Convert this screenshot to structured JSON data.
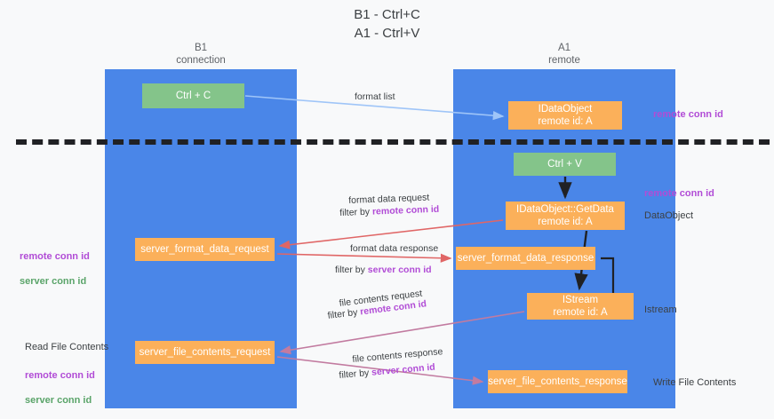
{
  "title": "B1 - Ctrl+C\nA1 - Ctrl+V",
  "lanes": {
    "left": {
      "name": "B1",
      "role": "connection",
      "header": "B1\nconnection"
    },
    "right": {
      "name": "A1",
      "role": "remote",
      "header": "A1\nremote"
    }
  },
  "nodes": {
    "ctrl_c": {
      "label": "Ctrl + C",
      "color": "#84c48a"
    },
    "idataobject": {
      "label": "IDataObject\nremote id: A",
      "color": "#fbb05a"
    },
    "ctrl_v": {
      "label": "Ctrl + V",
      "color": "#84c48a"
    },
    "getdata": {
      "label": "IDataObject::GetData\nremote id: A",
      "color": "#fbb05a"
    },
    "server_format_data_request": {
      "label": "server_format_data_request",
      "color": "#fbb05a"
    },
    "server_format_data_response": {
      "label": "server_format_data_response",
      "color": "#fbb05a"
    },
    "istream": {
      "label": "IStream\nremote id: A",
      "color": "#fbb05a"
    },
    "server_file_contents_request": {
      "label": "server_file_contents_request",
      "color": "#fbb05a"
    },
    "server_file_contents_response": {
      "label": "server_file_contents_response",
      "color": "#fbb05a"
    }
  },
  "edges": {
    "format_list": {
      "label": "format list",
      "color": "#9fc5f8"
    },
    "format_data_request": {
      "label": "format data request",
      "filter_prefix": "filter by ",
      "filter_key": "remote conn id",
      "color": "#e06666"
    },
    "format_data_response": {
      "label": "format data response",
      "filter_prefix": "filter by ",
      "filter_key": "server conn id",
      "color": "#e06666"
    },
    "file_contents_request": {
      "label": "file contents request",
      "filter_prefix": "filter by ",
      "filter_key": "remote conn id",
      "color": "#c27ba0"
    },
    "file_contents_response": {
      "label": "file contents response",
      "filter_prefix": "filter by ",
      "filter_key": "server conn id",
      "color": "#c27ba0"
    }
  },
  "annotations": {
    "right_remote_conn_top": "remote conn id",
    "right_remote_conn_mid": "remote conn id",
    "right_dataobject": "DataObject",
    "right_istream": "Istream",
    "right_write_file": "Write File Contents",
    "left_remote_conn": "remote conn id",
    "left_server_conn": "server conn id",
    "left_read_file": "Read File Contents",
    "left_remote_conn_bottom": "remote conn id",
    "left_server_conn_bottom": "server conn id"
  },
  "colors": {
    "lane": "#4a86e8",
    "green_node": "#84c48a",
    "orange_node": "#fbb05a",
    "purple_text": "#b14cd6",
    "green_text": "#5aa469",
    "red_arrow": "#e06666",
    "pink_arrow": "#c27ba0",
    "blue_arrow": "#9fc5f8",
    "background": "#f8f9fa",
    "divider": "#202124"
  }
}
